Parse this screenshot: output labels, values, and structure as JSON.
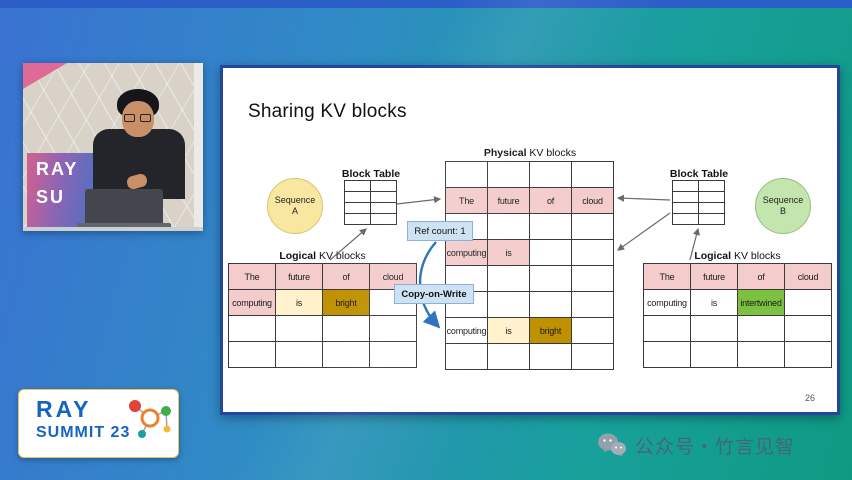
{
  "video": {
    "banner_line1": "RAY",
    "banner_line2": "SU"
  },
  "slide": {
    "title": "Sharing KV blocks",
    "page_number": "26",
    "labels": {
      "physical_bold": "Physical",
      "physical_rest": " KV blocks",
      "logical_bold": "Logical",
      "logical_rest": " KV blocks",
      "block_table_left": "Block Table",
      "block_table_right": "Block Table",
      "ref_count": "Ref count: 1",
      "copy_on_write": "Copy-on-Write",
      "sequence_a": "Sequence A",
      "sequence_b": "Sequence B"
    }
  },
  "palette": {
    "pink": "#f4cccc",
    "yellow": "#fff2cc",
    "gold": "#bf9000",
    "green": "#7dc142",
    "white": "#ffffff"
  },
  "tables": {
    "physical": {
      "rows": [
        [
          {
            "t": ""
          },
          {
            "t": ""
          },
          {
            "t": ""
          },
          {
            "t": ""
          }
        ],
        [
          {
            "t": "The",
            "c": "pink"
          },
          {
            "t": "future",
            "c": "pink"
          },
          {
            "t": "of",
            "c": "pink"
          },
          {
            "t": "cloud",
            "c": "pink"
          }
        ],
        [
          {
            "t": ""
          },
          {
            "t": ""
          },
          {
            "t": ""
          },
          {
            "t": ""
          }
        ],
        [
          {
            "t": "computing",
            "c": "pink"
          },
          {
            "t": "is",
            "c": "pink"
          },
          {
            "t": ""
          },
          {
            "t": ""
          }
        ],
        [
          {
            "t": ""
          },
          {
            "t": ""
          },
          {
            "t": ""
          },
          {
            "t": ""
          }
        ],
        [
          {
            "t": ""
          },
          {
            "t": ""
          },
          {
            "t": ""
          },
          {
            "t": ""
          }
        ],
        [
          {
            "t": "computing"
          },
          {
            "t": "is",
            "c": "yellow"
          },
          {
            "t": "bright",
            "c": "gold"
          },
          {
            "t": ""
          }
        ],
        [
          {
            "t": ""
          },
          {
            "t": ""
          },
          {
            "t": ""
          },
          {
            "t": ""
          }
        ]
      ]
    },
    "logical_a": {
      "rows": [
        [
          {
            "t": "The",
            "c": "pink"
          },
          {
            "t": "future",
            "c": "pink"
          },
          {
            "t": "of",
            "c": "pink"
          },
          {
            "t": "cloud",
            "c": "pink"
          }
        ],
        [
          {
            "t": "computing",
            "c": "pink"
          },
          {
            "t": "is",
            "c": "yellow"
          },
          {
            "t": "bright",
            "c": "gold"
          },
          {
            "t": ""
          }
        ],
        [
          {
            "t": ""
          },
          {
            "t": ""
          },
          {
            "t": ""
          },
          {
            "t": ""
          }
        ],
        [
          {
            "t": ""
          },
          {
            "t": ""
          },
          {
            "t": ""
          },
          {
            "t": ""
          }
        ]
      ]
    },
    "logical_b": {
      "rows": [
        [
          {
            "t": "The",
            "c": "pink"
          },
          {
            "t": "future",
            "c": "pink"
          },
          {
            "t": "of",
            "c": "pink"
          },
          {
            "t": "cloud",
            "c": "pink"
          }
        ],
        [
          {
            "t": "computing"
          },
          {
            "t": "is"
          },
          {
            "t": "intertwined",
            "c": "green"
          },
          {
            "t": ""
          }
        ],
        [
          {
            "t": ""
          },
          {
            "t": ""
          },
          {
            "t": ""
          },
          {
            "t": ""
          }
        ],
        [
          {
            "t": ""
          },
          {
            "t": ""
          },
          {
            "t": ""
          },
          {
            "t": ""
          }
        ]
      ]
    },
    "block_left": {
      "rows": [
        [
          {
            "t": ""
          },
          {
            "t": ""
          }
        ],
        [
          {
            "t": ""
          },
          {
            "t": ""
          }
        ],
        [
          {
            "t": ""
          },
          {
            "t": ""
          }
        ],
        [
          {
            "t": ""
          },
          {
            "t": ""
          }
        ]
      ]
    },
    "block_right": {
      "rows": [
        [
          {
            "t": ""
          },
          {
            "t": ""
          }
        ],
        [
          {
            "t": ""
          },
          {
            "t": ""
          }
        ],
        [
          {
            "t": ""
          },
          {
            "t": ""
          }
        ],
        [
          {
            "t": ""
          },
          {
            "t": ""
          }
        ]
      ]
    }
  },
  "footer_logo": {
    "line1": "RAY",
    "line2": "SUMMIT 23"
  },
  "watermark": {
    "text": "公众号・竹言见智"
  }
}
